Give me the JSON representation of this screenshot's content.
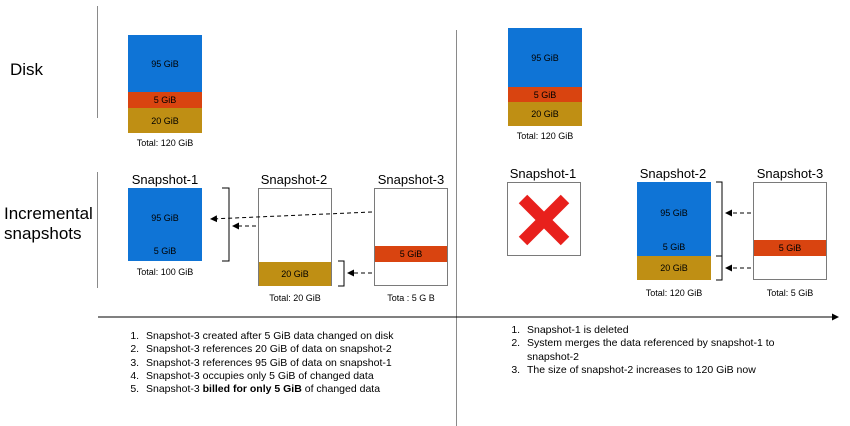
{
  "labels": {
    "disk": "Disk",
    "incremental_line1": "Incremental",
    "incremental_line2": "snapshots"
  },
  "colors": {
    "blue": "#0f74d6",
    "red": "#d94410",
    "gold": "#bf8f14",
    "cross": "#e8201c"
  },
  "left": {
    "disk": {
      "seg_top": "95 GiB",
      "seg_mid": "5 GiB",
      "seg_bot": "20 GiB",
      "caption": "Total: 120 GiB"
    },
    "snapshot1": {
      "title": "Snapshot-1",
      "seg_top": "95 GiB",
      "seg_bot": "5 GiB",
      "caption": "Total: 100 GiB"
    },
    "snapshot2": {
      "title": "Snapshot-2",
      "seg": "20 GiB",
      "caption": "Total: 20 GiB"
    },
    "snapshot3": {
      "title": "Snapshot-3",
      "seg": "5 GiB",
      "caption": "Tota : 5 G B"
    },
    "steps": [
      "Snapshot-3 created after 5 GiB data changed on disk",
      "Snapshot-3 references 20 GiB of data on snapshot-2",
      "Snapshot-3 references 95 GiB of data on snapshot-1",
      "Snapshot-3 occupies only 5 GiB of changed data"
    ],
    "step5_prefix": "Snapshot-3 ",
    "step5_bold": "billed for only 5 GiB",
    "step5_suffix": " of changed data"
  },
  "right": {
    "disk": {
      "seg_top": "95 GiB",
      "seg_mid": "5 GiB",
      "seg_bot": "20 GiB",
      "caption": "Total: 120 GiB"
    },
    "snapshot1": {
      "title": "Snapshot-1",
      "status_icon": "red-cross-deleted-icon"
    },
    "snapshot2": {
      "title": "Snapshot-2",
      "seg_top": "95 GiB",
      "seg_mid": "5 GiB",
      "seg_bot": "20 GiB",
      "caption": "Total: 120 GiB"
    },
    "snapshot3": {
      "title": "Snapshot-3",
      "seg": "5 GiB",
      "caption": "Total: 5 GiB"
    },
    "steps": [
      "Snapshot-1 is deleted",
      "System merges the data referenced by snapshot-1 to snapshot-2",
      "The size of snapshot-2 increases to 120 GiB now"
    ]
  }
}
